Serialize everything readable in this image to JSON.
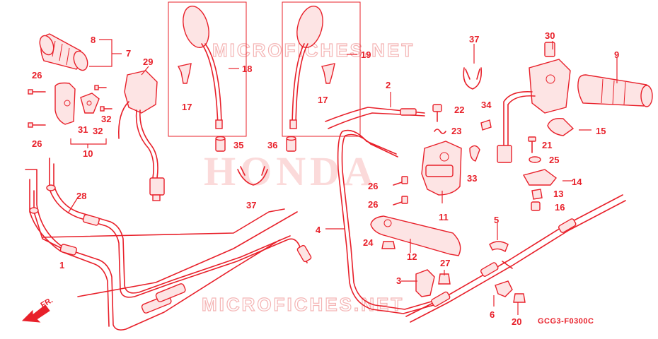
{
  "watermarks": {
    "top": "MICROFICHES.NET",
    "center": "HONDA",
    "bottom": "MICROFICHES.NET"
  },
  "diagram_code": "GCG3-F0300C",
  "direction_marker": "FR.",
  "callouts": {
    "c1": "1",
    "c2": "2",
    "c3": "3",
    "c4": "4",
    "c5": "5",
    "c6": "6",
    "c7": "7",
    "c8": "8",
    "c9": "9",
    "c10": "10",
    "c11": "11",
    "c12": "12",
    "c13": "13",
    "c14": "14",
    "c15": "15",
    "c16": "16",
    "c17a": "17",
    "c17b": "17",
    "c18": "18",
    "c19": "19",
    "c20": "20",
    "c21": "21",
    "c22": "22",
    "c23": "23",
    "c24": "24",
    "c25": "25",
    "c26a": "26",
    "c26b": "26",
    "c26c": "26",
    "c26d": "26",
    "c27": "27",
    "c28": "28",
    "c29": "29",
    "c30": "30",
    "c31": "31",
    "c32a": "32",
    "c32b": "32",
    "c33": "33",
    "c34": "34",
    "c35": "35",
    "c36": "36",
    "c37a": "37",
    "c37b": "37"
  },
  "colors": {
    "line": "#e8202a",
    "watermark": "#f4b4b4",
    "background": "#ffffff"
  }
}
